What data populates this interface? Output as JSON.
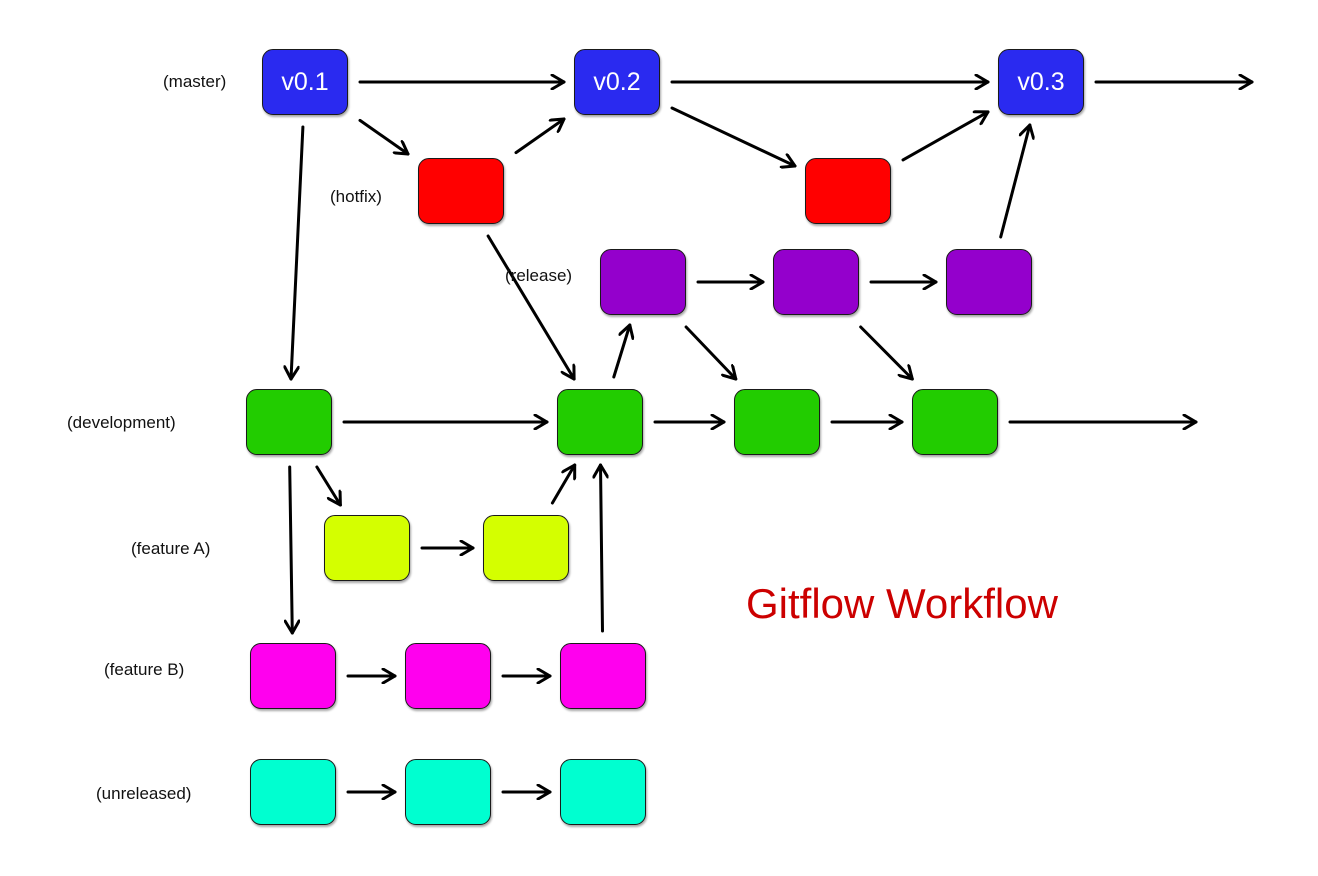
{
  "title": {
    "text": "Gitflow Workflow",
    "color": "#cc0000"
  },
  "colors": {
    "master": "#2a2af0",
    "hotfix": "#ff0000",
    "release": "#9400cc",
    "development": "#22cc00",
    "featureA": "#d4ff00",
    "featureB": "#ff00ee",
    "unreleased": "#00ffd0"
  },
  "branches": [
    {
      "id": "master",
      "label": "(master)"
    },
    {
      "id": "hotfix",
      "label": "(hotfix)"
    },
    {
      "id": "release",
      "label": "(release)"
    },
    {
      "id": "development",
      "label": "(development)"
    },
    {
      "id": "featureA",
      "label": "(feature A)"
    },
    {
      "id": "featureB",
      "label": "(feature B)"
    },
    {
      "id": "unreleased",
      "label": "(unreleased)"
    }
  ],
  "commits": [
    {
      "id": "m1",
      "branch": "master",
      "label": "v0.1"
    },
    {
      "id": "m2",
      "branch": "master",
      "label": "v0.2"
    },
    {
      "id": "m3",
      "branch": "master",
      "label": "v0.3"
    },
    {
      "id": "h1",
      "branch": "hotfix",
      "label": ""
    },
    {
      "id": "h2",
      "branch": "hotfix",
      "label": ""
    },
    {
      "id": "r1",
      "branch": "release",
      "label": ""
    },
    {
      "id": "r2",
      "branch": "release",
      "label": ""
    },
    {
      "id": "r3",
      "branch": "release",
      "label": ""
    },
    {
      "id": "d1",
      "branch": "development",
      "label": ""
    },
    {
      "id": "d2",
      "branch": "development",
      "label": ""
    },
    {
      "id": "d3",
      "branch": "development",
      "label": ""
    },
    {
      "id": "d4",
      "branch": "development",
      "label": ""
    },
    {
      "id": "fa1",
      "branch": "featureA",
      "label": ""
    },
    {
      "id": "fa2",
      "branch": "featureA",
      "label": ""
    },
    {
      "id": "fb1",
      "branch": "featureB",
      "label": ""
    },
    {
      "id": "fb2",
      "branch": "featureB",
      "label": ""
    },
    {
      "id": "fb3",
      "branch": "featureB",
      "label": ""
    },
    {
      "id": "u1",
      "branch": "unreleased",
      "label": ""
    },
    {
      "id": "u2",
      "branch": "unreleased",
      "label": ""
    },
    {
      "id": "u3",
      "branch": "unreleased",
      "label": ""
    }
  ],
  "edges": [
    [
      "m1",
      "m2"
    ],
    [
      "m2",
      "m3"
    ],
    [
      "m3",
      "out-master"
    ],
    [
      "m1",
      "h1"
    ],
    [
      "h1",
      "m2"
    ],
    [
      "m2",
      "h2"
    ],
    [
      "h2",
      "m3"
    ],
    [
      "m1",
      "d1"
    ],
    [
      "h1",
      "d2"
    ],
    [
      "r1",
      "r2"
    ],
    [
      "r2",
      "r3"
    ],
    [
      "r3",
      "m3"
    ],
    [
      "d2",
      "r1"
    ],
    [
      "r1",
      "d3"
    ],
    [
      "r2",
      "d4"
    ],
    [
      "d1",
      "d2"
    ],
    [
      "d2",
      "d3"
    ],
    [
      "d3",
      "d4"
    ],
    [
      "d4",
      "out-dev"
    ],
    [
      "d1",
      "fa1"
    ],
    [
      "fa1",
      "fa2"
    ],
    [
      "fa2",
      "d2"
    ],
    [
      "d1",
      "fb1"
    ],
    [
      "fb1",
      "fb2"
    ],
    [
      "fb2",
      "fb3"
    ],
    [
      "fb3",
      "d2"
    ],
    [
      "u1",
      "u2"
    ],
    [
      "u2",
      "u3"
    ]
  ]
}
